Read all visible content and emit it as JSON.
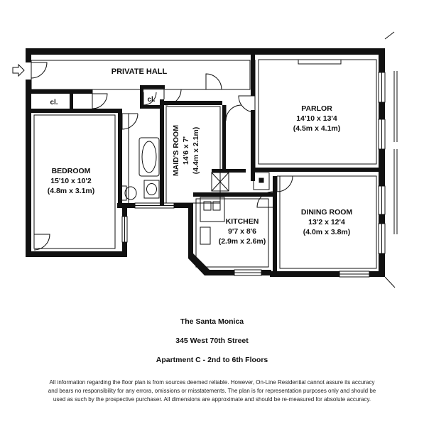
{
  "plan": {
    "rooms": [
      {
        "id": "private-hall",
        "name": "PRIVATE HALL",
        "dims": "",
        "metric": ""
      },
      {
        "id": "parlor",
        "name": "PARLOR",
        "dims": "14'10 x 13'4",
        "metric": "(4.5m x 4.1m)"
      },
      {
        "id": "bedroom",
        "name": "BEDROOM",
        "dims": "15'10 x 10'2",
        "metric": "(4.8m x 3.1m)"
      },
      {
        "id": "maids-room",
        "name": "MAID'S ROOM",
        "dims": "14'6 x 7'",
        "metric": "(4.4m x 2.1m)"
      },
      {
        "id": "kitchen",
        "name": "KITCHEN",
        "dims": "9'7 x 8'6",
        "metric": "(2.9m x 2.6m)"
      },
      {
        "id": "dining-room",
        "name": "DINING ROOM",
        "dims": "13'2 x 12'4",
        "metric": "(4.0m x 3.8m)"
      }
    ],
    "closets": [
      "cl.",
      "cl."
    ],
    "entry_icon": "entry-arrow-icon"
  },
  "caption": {
    "building": "The Santa Monica",
    "address": "345 West 70th Street",
    "apartment": "Apartment C - 2nd to 6th Floors"
  },
  "disclaimer": {
    "line1": "All information regarding the floor plan is from sources deemed reliable.  However, On-Line Residential cannot assure its accuracy",
    "line2": "and bears no responsibility for any errora, omissions or misstatements.  The plan is for representation purposes only and should be",
    "line3": "used as such by the prospective purchaser.  All dimensions are approximate and should be re-measured for absolute accuracy."
  }
}
